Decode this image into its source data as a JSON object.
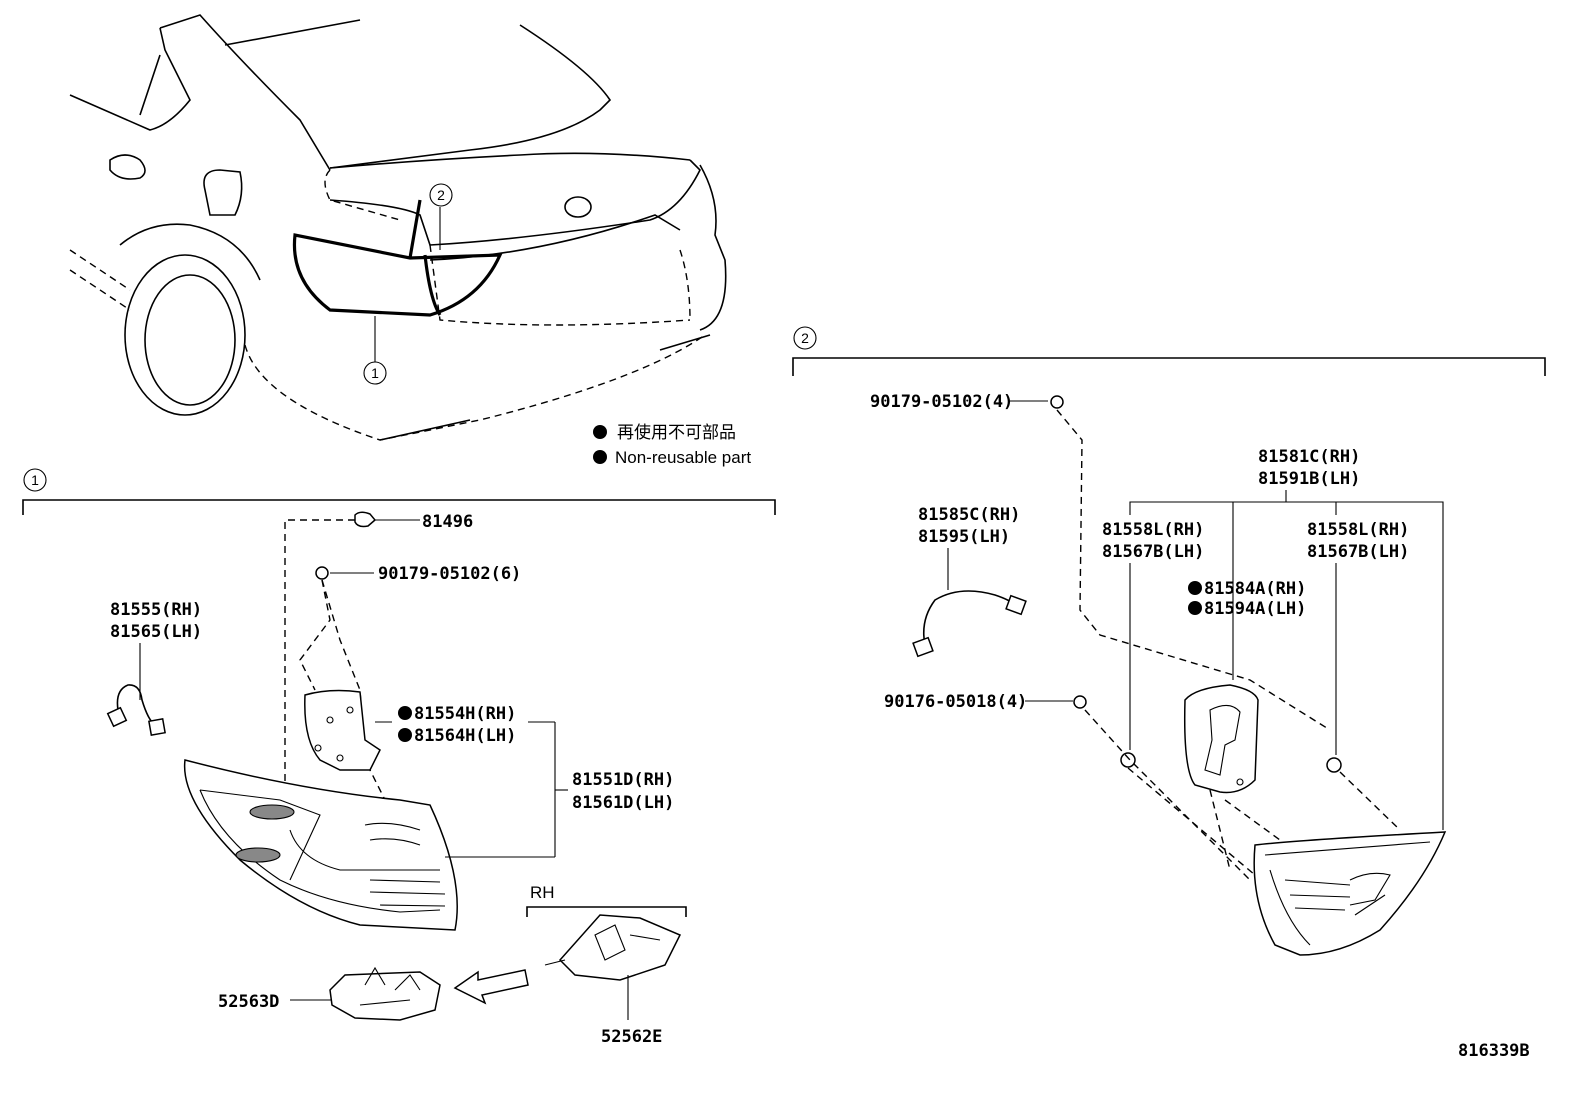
{
  "legend": {
    "line1": "再使用不可部品",
    "line2": "Non-reusable part"
  },
  "callouts": {
    "c1": "1",
    "c2": "2"
  },
  "section1": {
    "title_num": "1",
    "parts": {
      "p81496": "81496",
      "p90179_6": "90179-05102(6)",
      "p81555": "81555(RH)",
      "p81565": "81565(LH)",
      "p81554h": "81554H(RH)",
      "p81564h": "81564H(LH)",
      "p81551d": "81551D(RH)",
      "p81561d": "81561D(LH)",
      "rh_label": "RH",
      "p52563d": "52563D",
      "p52562e": "52562E"
    }
  },
  "section2": {
    "title_num": "2",
    "parts": {
      "p90179_4": "90179-05102(4)",
      "p81581c": "81581C(RH)",
      "p81591b": "81591B(LH)",
      "p81585c": "81585C(RH)",
      "p81595": "81595(LH)",
      "p81558l_a": "81558L(RH)",
      "p81567b_a": "81567B(LH)",
      "p81558l_b": "81558L(RH)",
      "p81567b_b": "81567B(LH)",
      "p81584a": "81584A(RH)",
      "p81594a": "81594A(LH)",
      "p90176": "90176-05018(4)"
    }
  },
  "figure_id": "816339B"
}
